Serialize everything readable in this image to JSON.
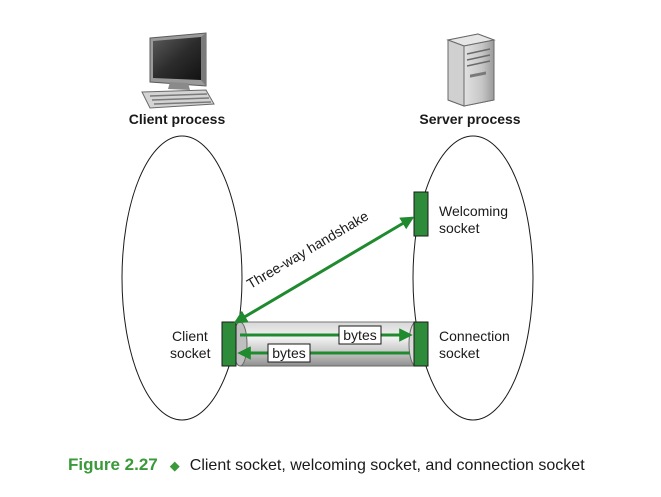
{
  "client": {
    "process_label": "Client process",
    "socket_label_line1": "Client",
    "socket_label_line2": "socket"
  },
  "server": {
    "process_label": "Server process",
    "welcoming_label_line1": "Welcoming",
    "welcoming_label_line2": "socket",
    "connection_label_line1": "Connection",
    "connection_label_line2": "socket"
  },
  "handshake_label": "Three-way handshake",
  "bytes_upper": "bytes",
  "bytes_lower": "bytes",
  "caption": {
    "figure_number": "Figure 2.27",
    "text": "Client socket, welcoming socket, and connection socket"
  },
  "colors": {
    "accent_green": "#3a9a3a",
    "socket_fill": "#2e8b3a",
    "arrow_green": "#1f8a2e"
  }
}
